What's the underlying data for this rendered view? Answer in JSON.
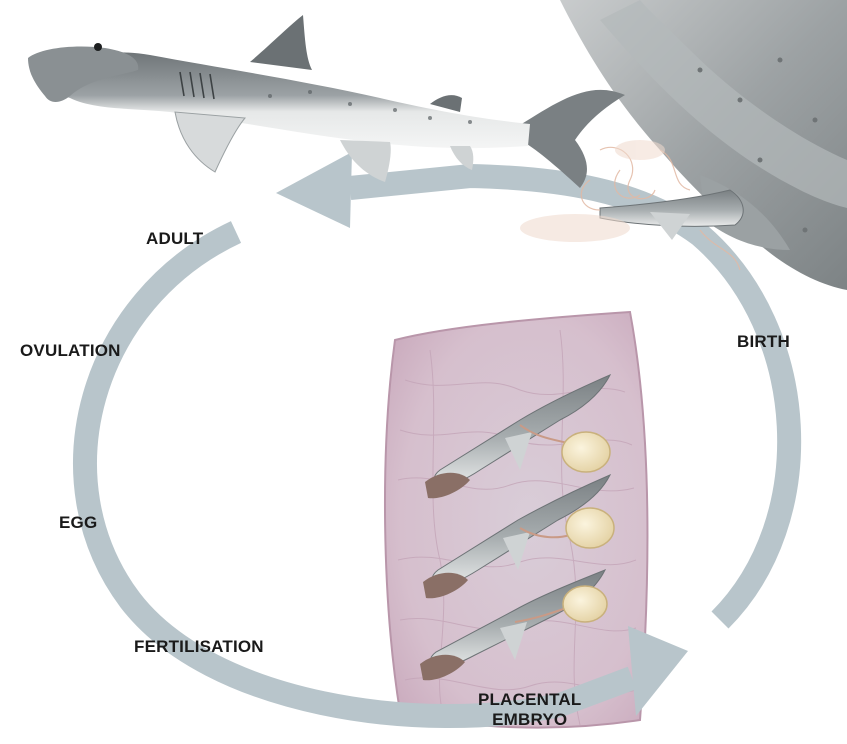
{
  "diagram": {
    "stages": {
      "adult": "ADULT",
      "ovulation": "OVULATION",
      "egg": "EGG",
      "fertilisation": "FERTILISATION",
      "birth": "BIRTH",
      "placental_line1": "PLACENTAL",
      "placental_line2": "EMBRYO"
    },
    "colors": {
      "cycle_arrow": "#b8c5cb",
      "uterus_tissue": "#d9c0cf",
      "shark_body": "#8f9598",
      "shark_belly": "#eceeee",
      "yolk_sac": "#efe3c4"
    }
  }
}
